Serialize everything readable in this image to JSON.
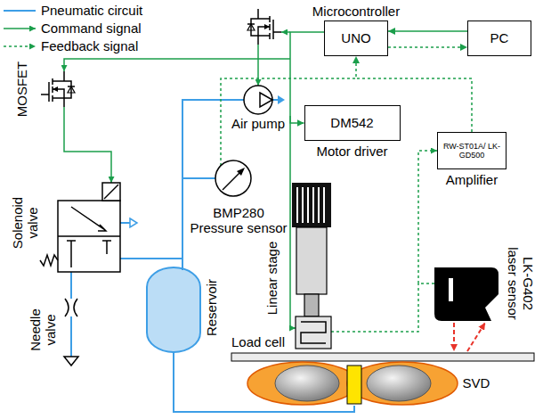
{
  "diagram": {
    "nodes": [
      {
        "text": [
          "Microcontroller",
          "UNO"
        ]
      },
      {
        "text": [
          "PC"
        ]
      },
      {
        "text": [
          "DM542",
          "Motor driver"
        ]
      },
      {
        "text": [
          "RW-ST01A/ LK-GD500",
          "Amplifier"
        ]
      }
    ],
    "edges": [
      {
        "from": 1,
        "to": 0,
        "arrow": "to"
      },
      {
        "from": 0,
        "to": 1,
        "arrow": "to"
      },
      {
        "from": 0,
        "to": 2,
        "arrow": "to"
      },
      {
        "from": 3,
        "to": 0,
        "arrow": "to"
      }
    ],
    "labels": [
      "MOSFET",
      "Air pump",
      "Solenoid valve",
      "BMP280 Pressure sensor",
      "Needle valve",
      "Reservoir",
      "Linear stage",
      "Load cell",
      "LK-G402 laser sensor",
      "SVD"
    ],
    "legend": [
      {
        "text": "Pneumatic circuit"
      },
      {
        "text": "Command signal"
      },
      {
        "text": "Feedback signal"
      }
    ]
  }
}
